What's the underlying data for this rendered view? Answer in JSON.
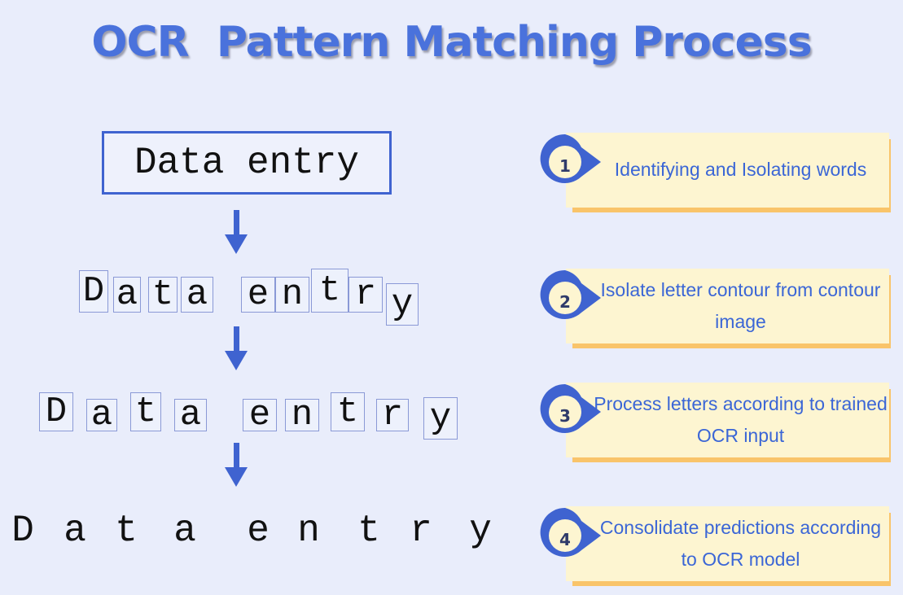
{
  "title": "OCR  Pattern Matching Process",
  "stage1_word": "Data entry",
  "stage2_letters": [
    "D",
    "a",
    "t",
    "a",
    "e",
    "n",
    "t",
    "r",
    "y"
  ],
  "stage3_letters": [
    "D",
    "a",
    "t",
    "a",
    "e",
    "n",
    "t",
    "r",
    "y"
  ],
  "stage4_letters": [
    "D",
    "a",
    "t",
    "a",
    "e",
    "n",
    "t",
    "r",
    "y"
  ],
  "steps": [
    {
      "number": "1",
      "text": "Identifying and Isolating words"
    },
    {
      "number": "2",
      "text": "Isolate letter contour from contour image"
    },
    {
      "number": "3",
      "text": "Process letters according to trained OCR input"
    },
    {
      "number": "4",
      "text": "Consolidate predictions according to OCR model"
    }
  ],
  "colors": {
    "accent": "#4a72dc",
    "card": "#fdf5d1",
    "card_shadow": "#f9c46a",
    "background": "#e9edfb"
  }
}
